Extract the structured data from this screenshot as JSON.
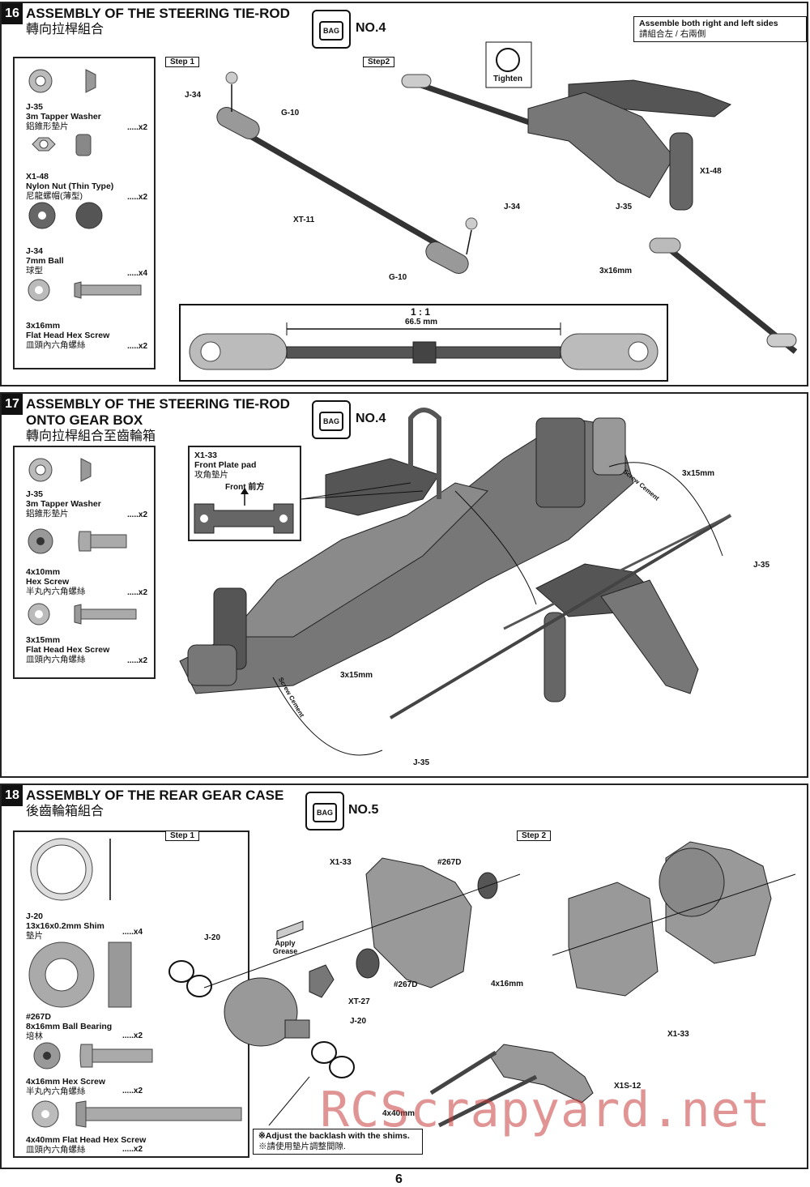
{
  "sections": [
    {
      "number": "16",
      "title": "ASSEMBLY OF THE STEERING TIE-ROD",
      "subtitle": "轉向拉桿組合",
      "bag": "BAG",
      "bag_no": "NO.4",
      "note_line1": "Assemble both right and left sides",
      "note_line2": "請組合左 / 右兩側",
      "step1": "Step 1",
      "step2": "Step2",
      "tighten": "Tighten",
      "ratio": "1 : 1",
      "length": "66.5 mm",
      "parts": [
        {
          "code": "J-35",
          "name": "3m Tapper Washer",
          "cn": "鋁錐形墊片",
          "qty": ".....x2"
        },
        {
          "code": "X1-48",
          "name": "Nylon Nut (Thin Type)",
          "cn": "尼龍螺帽(薄型)",
          "qty": ".....x2"
        },
        {
          "code": "J-34",
          "name": "7mm Ball",
          "cn": "球型",
          "qty": ".....x4"
        },
        {
          "code": "3x16mm",
          "name": "Flat Head Hex Screw",
          "cn": "皿頭內六角螺絲",
          "qty": ".....x2"
        }
      ],
      "callouts": [
        "J-34",
        "G-10",
        "XT-11",
        "J-34",
        "G-10",
        "X1-48",
        "J-35",
        "3x16mm"
      ]
    },
    {
      "number": "17",
      "title": "ASSEMBLY OF THE STEERING TIE-ROD",
      "title2": "ONTO GEAR BOX",
      "subtitle": "轉向拉桿組合至齒輪箱",
      "bag": "BAG",
      "bag_no": "NO.4",
      "pad_code": "X1-33",
      "pad_name": "Front Plate pad",
      "pad_cn": "攻角墊片",
      "pad_front": "Front 前方",
      "parts": [
        {
          "code": "J-35",
          "name": "3m Tapper Washer",
          "cn": "鋁錐形墊片",
          "qty": ".....x2"
        },
        {
          "code": "4x10mm",
          "name": "Hex Screw",
          "cn": "半丸內六角螺絲",
          "qty": ".....x2"
        },
        {
          "code": "3x15mm",
          "name": "Flat Head Hex Screw",
          "cn": "皿頭內六角螺絲",
          "qty": ".....x2"
        }
      ],
      "callouts": [
        "3x15mm",
        "J-35",
        "3x15mm",
        "J-35"
      ],
      "screw_cement": "Screw Cement"
    },
    {
      "number": "18",
      "title": "ASSEMBLY OF THE REAR GEAR CASE",
      "subtitle": "後齒輪箱組合",
      "bag": "BAG",
      "bag_no": "NO.5",
      "step1": "Step 1",
      "step2": "Step 2",
      "grease": "Apply Grease",
      "note_line1": "※Adjust the backlash with the shims.",
      "note_line2": "※請使用墊片調整間隙.",
      "parts": [
        {
          "code": "J-20",
          "name": "13x16x0.2mm Shim",
          "cn": "墊片",
          "qty": ".....x4"
        },
        {
          "code": "#267D",
          "name": "8x16mm Ball Bearing",
          "cn": "培林",
          "qty": ".....x2"
        },
        {
          "code": "4x16mm Hex Screw",
          "name": "",
          "cn": "半丸內六角螺絲",
          "qty": ".....x2"
        },
        {
          "code": "4x40mm Flat Head Hex Screw",
          "name": "",
          "cn": "皿頭內六角螺絲",
          "qty": ".....x2"
        }
      ],
      "callouts": [
        "X1-33",
        "#267D",
        "J-20",
        "XT-27",
        "#267D",
        "J-20",
        "4x16mm",
        "X1-33",
        "X1S-12",
        "4x40mm"
      ]
    }
  ],
  "watermark": "RCScrapyard.net",
  "page_number": "6"
}
